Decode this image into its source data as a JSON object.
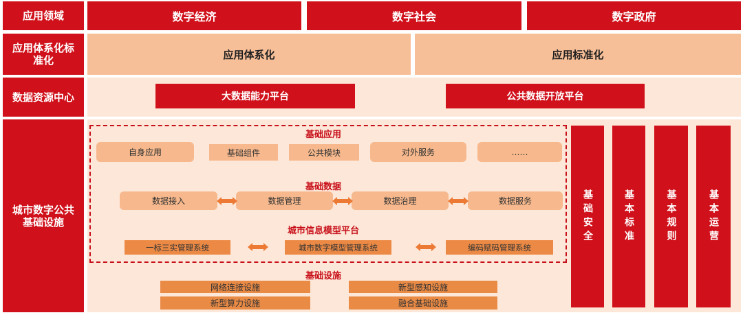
{
  "rows": {
    "application_domain": {
      "label": "应用领域",
      "items": [
        "数字经济",
        "数字社会",
        "数字政府"
      ]
    },
    "standardization": {
      "label": "应用体系化标准化",
      "items": [
        "应用体系化",
        "应用标准化"
      ]
    },
    "data_center": {
      "label": "数据资源中心",
      "items": [
        "大数据能力平台",
        "公共数据开放平台"
      ]
    },
    "infrastructure": {
      "label": "城市数字公共基础设施"
    }
  },
  "basic_apps": {
    "title": "基础应用",
    "items": [
      "自身应用",
      "基础组件",
      "公共模块",
      "对外服务",
      "……"
    ]
  },
  "basic_data": {
    "title": "基础数据",
    "items": [
      "数据接入",
      "数据管理",
      "数据治理",
      "数据服务"
    ]
  },
  "cim_platform": {
    "title": "城市信息模型平台",
    "items": [
      "一标三实管理系统",
      "城市数字模型管理系统",
      "编码赋码管理系统"
    ]
  },
  "basic_facilities": {
    "title": "基础设施",
    "items": [
      "网络连接设施",
      "新型感知设施",
      "新型算力设施",
      "融合基础设施"
    ]
  },
  "pillars": [
    "基础安全",
    "基本标准",
    "基本规则",
    "基本运营"
  ],
  "colors": {
    "primary_red": "#d0101a",
    "peach": "#f7bf98",
    "pale": "#fde7d8",
    "orange": "#ec8a45"
  }
}
